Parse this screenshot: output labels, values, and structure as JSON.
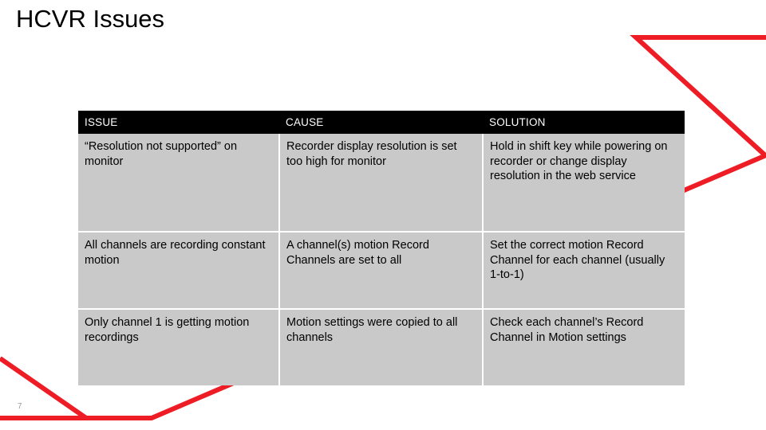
{
  "slide": {
    "title": "HCVR Issues",
    "page_number": "7",
    "accent_color": "#ee1c25",
    "header_bg": "#000000",
    "cell_bg": "#c9c9c9"
  },
  "table": {
    "headers": [
      "ISSUE",
      "CAUSE",
      "SOLUTION"
    ],
    "rows": [
      [
        "“Resolution not supported” on monitor",
        "Recorder display resolution is set too high for monitor",
        "Hold in shift key while powering on recorder or change display resolution in the web service"
      ],
      [
        "All channels are recording constant motion",
        "A channel(s) motion Record Channels are set to all",
        "Set the correct motion Record Channel for each channel (usually 1-to-1)"
      ],
      [
        "Only channel 1 is getting motion recordings",
        "Motion settings were copied to all channels",
        "Check each channel’s Record Channel in Motion settings"
      ]
    ]
  }
}
